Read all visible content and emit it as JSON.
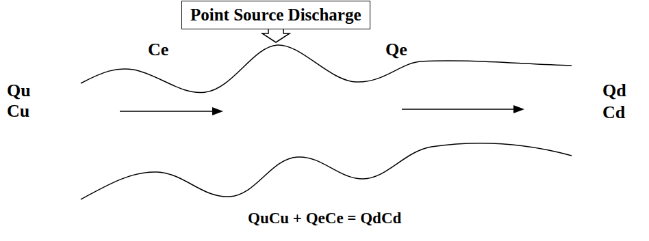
{
  "diagram": {
    "nodes": [
      {
        "text": [
          "Point Source Discharge"
        ]
      }
    ],
    "labels": [
      "Ce",
      "Qe",
      "Qu",
      "Cu",
      "Qd",
      "Cd",
      "QuCu + QeCe = QdCd"
    ]
  }
}
